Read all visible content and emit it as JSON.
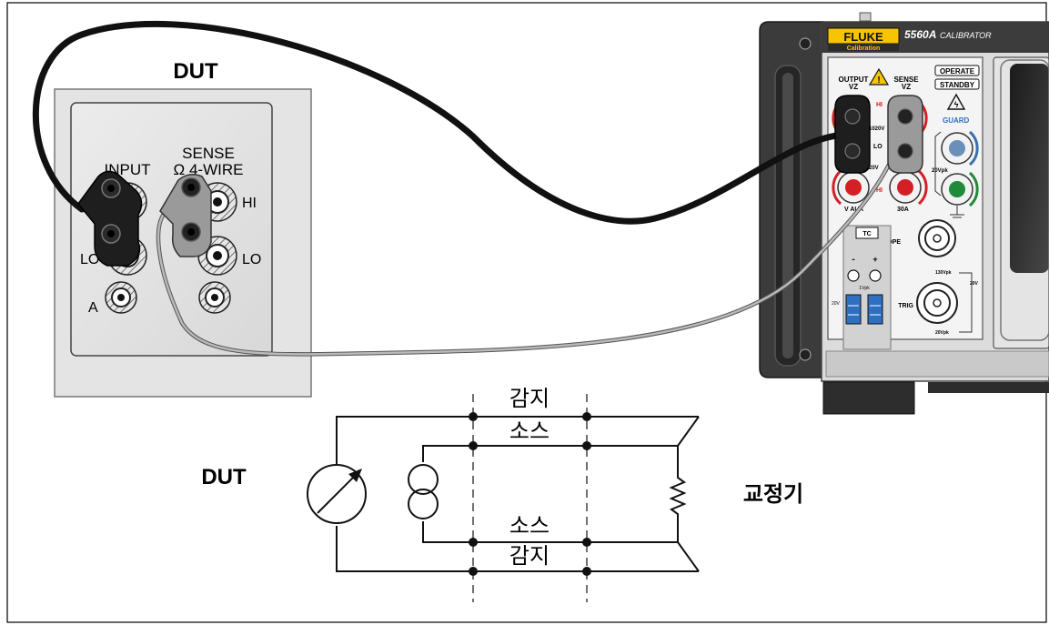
{
  "figure": {
    "dut_top_label": "DUT",
    "dut_schematic_label": "DUT",
    "calibrator_label": "교정기",
    "sense_top": "감지",
    "source_top": "소스",
    "source_bottom": "소스",
    "sense_bottom": "감지"
  },
  "dut_panel": {
    "input": "INPUT",
    "sense": "SENSE",
    "four_wire": "Ω 4-WIRE",
    "hi": "HI",
    "lo_left": "LO",
    "lo_right": "LO",
    "a": "A"
  },
  "calibrator": {
    "brand": "FLUKE",
    "brand_sub": "Calibration",
    "model": "5560A",
    "model_sub": "CALIBRATOR",
    "output": "OUTPUT",
    "output_vz": "VZ",
    "sense": "SENSE",
    "sense_vz": "VZ",
    "operate": "OPERATE",
    "standby": "STANDBY",
    "guard": "GUARD",
    "hi_1": "HI",
    "lo": "LO",
    "hi_2": "HI",
    "v1020": "1020V",
    "v20_a": "20V",
    "v20_pk": "20Vpk",
    "v20_b": "20V",
    "vaux": "V  AUX",
    "a30": "30A",
    "scope": "SCOPE",
    "tc": "TC",
    "tc_minus": "-",
    "tc_plus": "+",
    "tc_1v": "1Vpk",
    "v130": "130Vpk",
    "v20_trig": "20Vpk",
    "v20_c": "20V",
    "trig": "TRIG",
    "v20_d": "20V"
  },
  "colors": {
    "black_lead": "#1a1a1a",
    "grey_lead": "#8c8c8c",
    "fluke_yellow": "#f6c400",
    "red_jack": "#d32027",
    "green_jack": "#1f8a3a",
    "blue_jack": "#3a6fb0",
    "connector_blue": "#2f6fc1"
  }
}
